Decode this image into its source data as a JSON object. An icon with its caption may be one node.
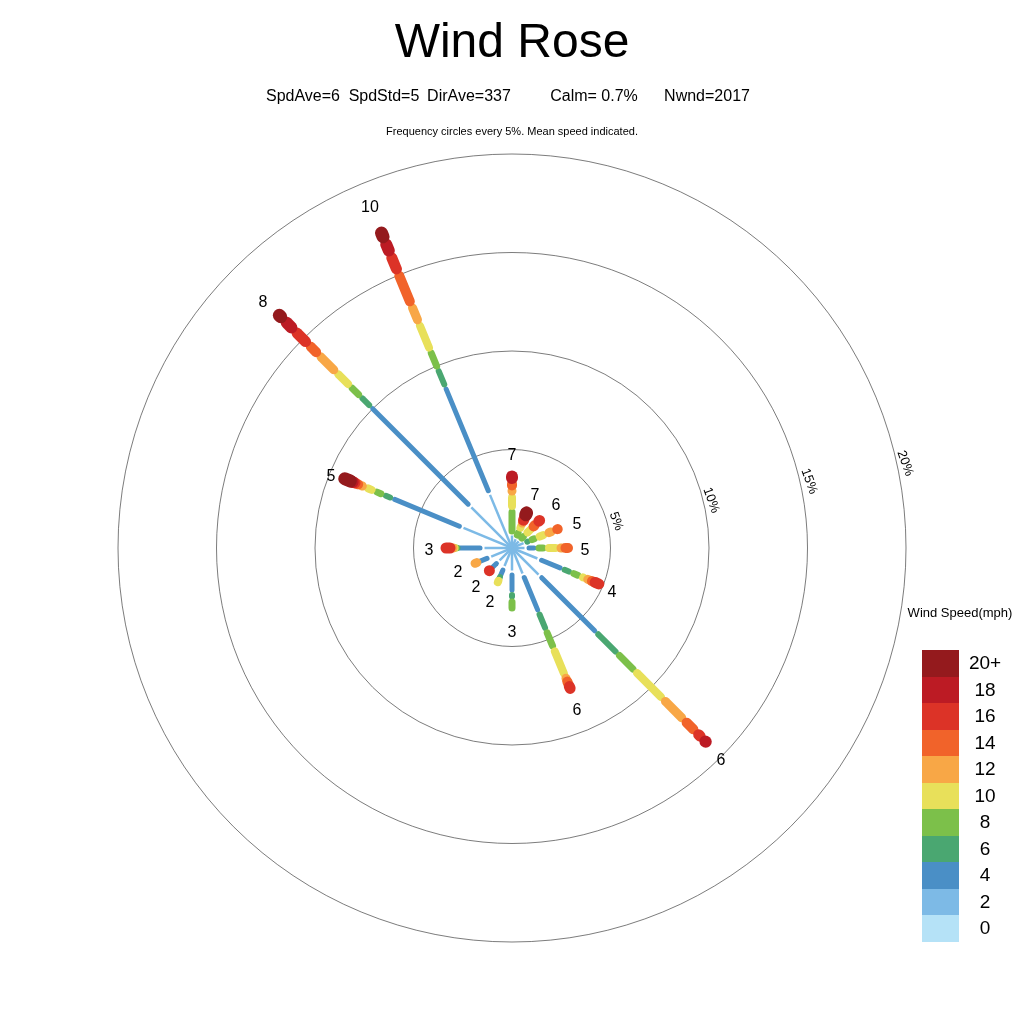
{
  "diagram": {
    "title": "Wind Rose",
    "labels": [
      "SpdAve=6",
      "SpdStd=5",
      "DirAve=337",
      "Calm= 0.7%",
      "Nwnd=2017",
      "Frequency circles every 5%. Mean speed indicated.",
      "10",
      "8",
      "7",
      "20%",
      "5",
      "15%",
      "7",
      "10%",
      "6",
      "5%",
      "5",
      "3",
      "5",
      "2",
      "2",
      "4",
      "2",
      "Wind Speed(mph)",
      "3",
      "6",
      "6"
    ],
    "legend": [
      {
        "text": "20+",
        "color": "#941a1d"
      },
      {
        "text": "18",
        "color": "#bc1b24"
      },
      {
        "text": "16",
        "color": "#dc3327"
      },
      {
        "text": "14",
        "color": "#f1632a"
      },
      {
        "text": "12",
        "color": "#f8a746"
      },
      {
        "text": "10",
        "color": "#e8e05a"
      },
      {
        "text": "8",
        "color": "#7cc04a"
      },
      {
        "text": "6",
        "color": "#4aa771"
      },
      {
        "text": "4",
        "color": "#4a8fc6"
      },
      {
        "text": "2",
        "color": "#7dbae6"
      },
      {
        "text": "0",
        "color": "#b5e2f7"
      }
    ]
  }
}
